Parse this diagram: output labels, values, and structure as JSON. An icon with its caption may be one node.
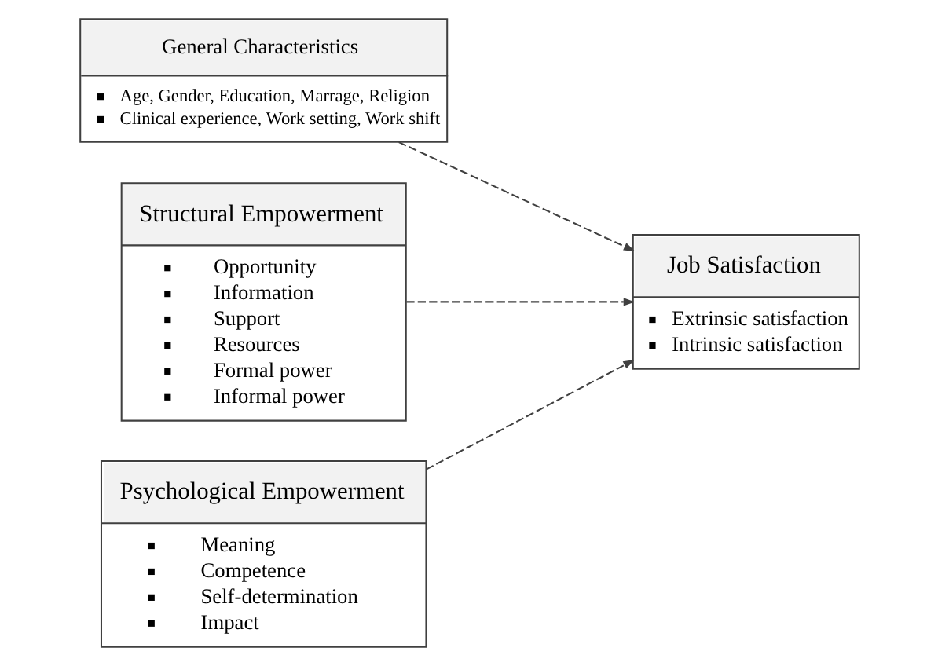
{
  "diagram": {
    "nodes": [
      {
        "text": [
          "General Characteristics",
          "Age, Gender, Education, Marrage, Religion",
          "Clinical experience, Work setting, Work shift"
        ]
      },
      {
        "text": [
          "Structural Empowerment",
          "Opportunity",
          "Information",
          "Support",
          "Resources",
          "Formal power",
          "Informal power"
        ]
      },
      {
        "text": [
          "Psychological Empowerment",
          "Meaning",
          "Competence",
          "Self-determination",
          "Impact"
        ]
      },
      {
        "text": [
          "Job Satisfaction",
          "Extrinsic satisfaction",
          "Intrinsic satisfaction"
        ]
      }
    ],
    "edges": [
      {
        "from": 0,
        "to": 3,
        "arrow": "to",
        "style": "dashed"
      },
      {
        "from": 1,
        "to": 3,
        "arrow": "to",
        "style": "dashed"
      },
      {
        "from": 2,
        "to": 3,
        "arrow": "to",
        "style": "dashed"
      }
    ]
  }
}
